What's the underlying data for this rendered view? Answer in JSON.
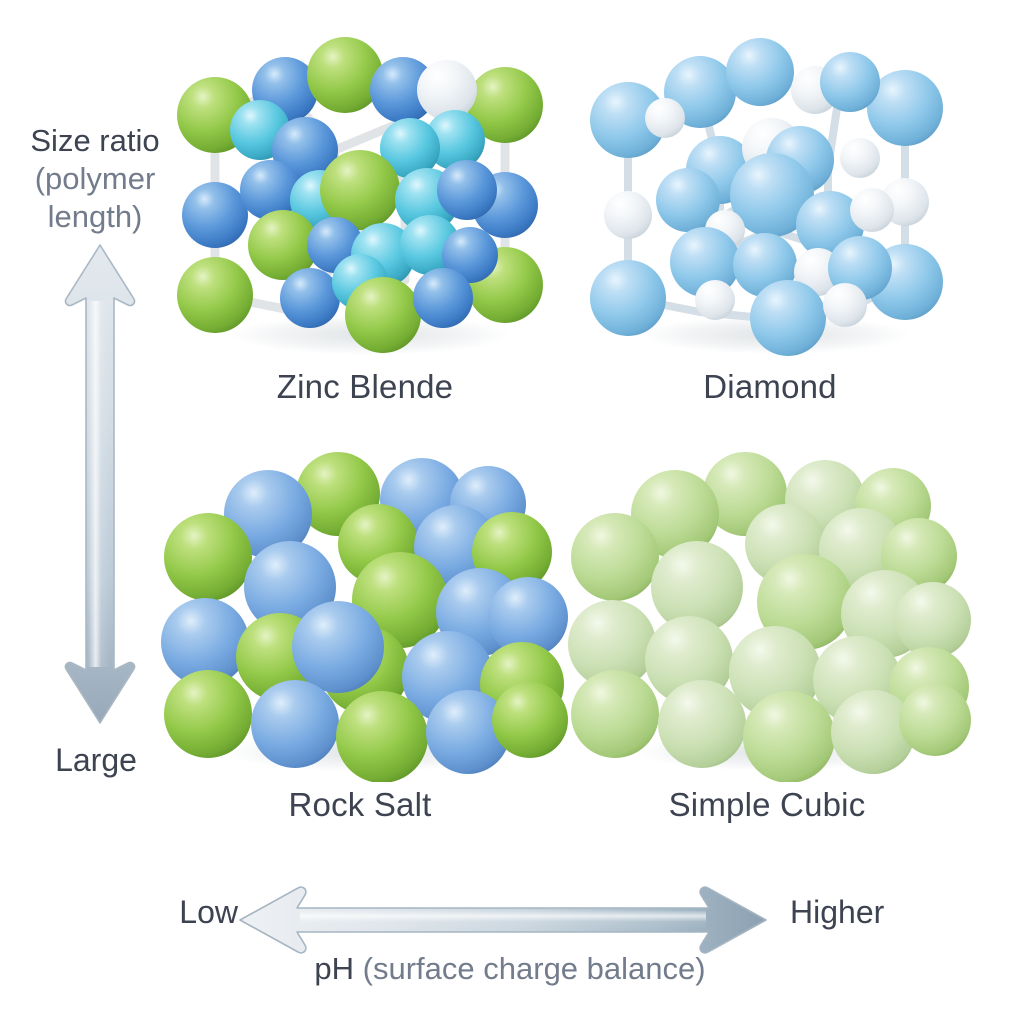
{
  "background_color": "#ffffff",
  "axes": {
    "y": {
      "title_main": "Size ratio",
      "title_sub_line1": "(polymer",
      "title_sub_line2": "length)",
      "bottom_label": "Large",
      "arrow": "double-headed-vertical-arrow",
      "arrow_color_top": "#dfe6ec",
      "arrow_color_bottom": "#94a6b6"
    },
    "x": {
      "label_main": "pH",
      "label_sub": "(surface charge balance)",
      "left_label": "Low",
      "right_label": "Higher",
      "arrow": "double-headed-horizontal-arrow",
      "arrow_color_left": "#e9edf1",
      "arrow_color_right": "#8fa3b5"
    }
  },
  "text_colors": {
    "primary": "#3d4350",
    "secondary": "#737c8c"
  },
  "sphere_colors": {
    "green": "#8cc63f",
    "green_light": "#b8d98a",
    "green_pale": "#c6ddb0",
    "blue": "#4a90d9",
    "blue_light": "#8ac5e8",
    "cyan": "#4dc3dd",
    "white": "#f0f2f4",
    "bond": "#dfe3e6"
  },
  "cells": [
    {
      "id": "zinc-blende",
      "caption": "Zinc Blende",
      "structure": "zinc-blende-lattice",
      "atom_colors": [
        "#8cc63f",
        "#4a90d9",
        "#4dc3dd"
      ],
      "quadrant": "top-left"
    },
    {
      "id": "diamond",
      "caption": "Diamond",
      "structure": "diamond-lattice",
      "atom_colors": [
        "#8ac5e8",
        "#eef3f7"
      ],
      "quadrant": "top-right"
    },
    {
      "id": "rock-salt",
      "caption": "Rock Salt",
      "structure": "rock-salt-lattice",
      "atom_colors": [
        "#8cc63f",
        "#6fa3de"
      ],
      "quadrant": "bottom-left"
    },
    {
      "id": "simple-cubic",
      "caption": "Simple Cubic",
      "structure": "simple-cubic-lattice",
      "atom_colors": [
        "#9ccc5e",
        "#c3ddae"
      ],
      "quadrant": "bottom-right"
    }
  ]
}
